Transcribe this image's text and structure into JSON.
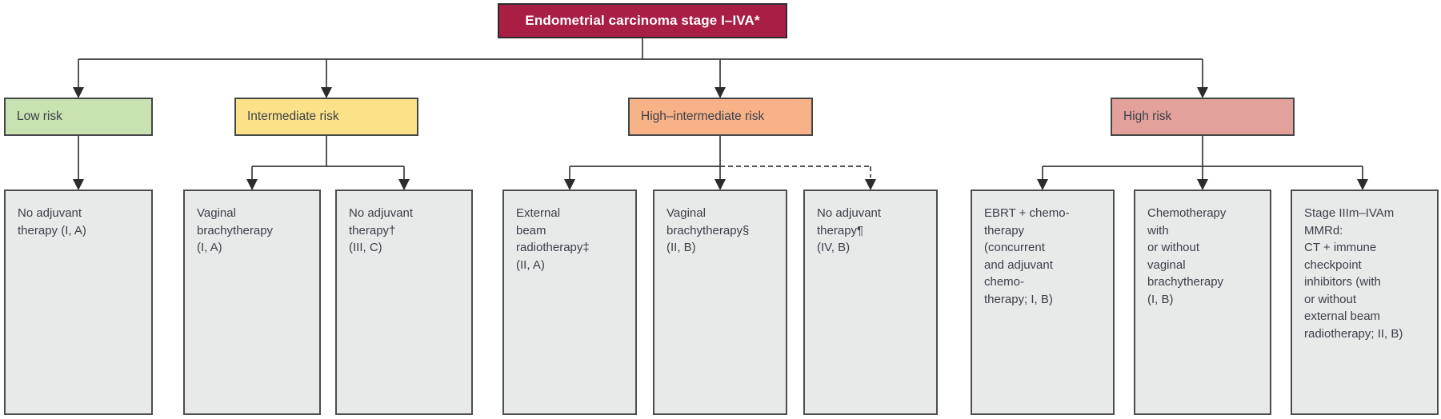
{
  "diagram": {
    "title": "Endometrial carcinoma stage I–IVA*",
    "colors": {
      "title_bg": "#a91e45",
      "low_risk_bg": "#c8e2b1",
      "intermediate_risk_bg": "#fbe289",
      "high_intermediate_risk_bg": "#f8b288",
      "high_risk_bg": "#e2a19a",
      "treatment_bg": "#e8eaea",
      "connector_line": "#3b3b3b"
    },
    "risk_levels": [
      {
        "id": "low",
        "label": "Low risk"
      },
      {
        "id": "intermediate",
        "label": "Intermediate risk"
      },
      {
        "id": "high_intermediate",
        "label": "High–intermediate risk"
      },
      {
        "id": "high",
        "label": "High risk"
      }
    ],
    "treatments": [
      {
        "parent": "low",
        "text": "No adjuvant\ntherapy (I, A)"
      },
      {
        "parent": "intermediate",
        "text": "Vaginal\nbrachytherapy\n(I, A)"
      },
      {
        "parent": "intermediate",
        "text": "No adjuvant\ntherapy†\n(III, C)"
      },
      {
        "parent": "high_intermediate",
        "text": "External\nbeam\nradiotherapy‡\n(II, A)"
      },
      {
        "parent": "high_intermediate",
        "text": "Vaginal\nbrachytherapy§\n(II, B)"
      },
      {
        "parent": "high_intermediate",
        "text": "No adjuvant\ntherapy¶\n(IV, B)",
        "connector": "dashed"
      },
      {
        "parent": "high",
        "text": "EBRT + chemo-\ntherapy\n(concurrent\nand adjuvant\nchemo-\ntherapy; I, B)"
      },
      {
        "parent": "high",
        "text": "Chemotherapy\nwith\nor without\nvaginal\nbrachytherapy\n(I, B)"
      },
      {
        "parent": "high",
        "text": "Stage IIIm–IVAm\nMMRd:\nCT + immune\ncheckpoint\ninhibitors (with\nor without\nexternal beam\nradiotherapy; II, B)"
      }
    ]
  }
}
